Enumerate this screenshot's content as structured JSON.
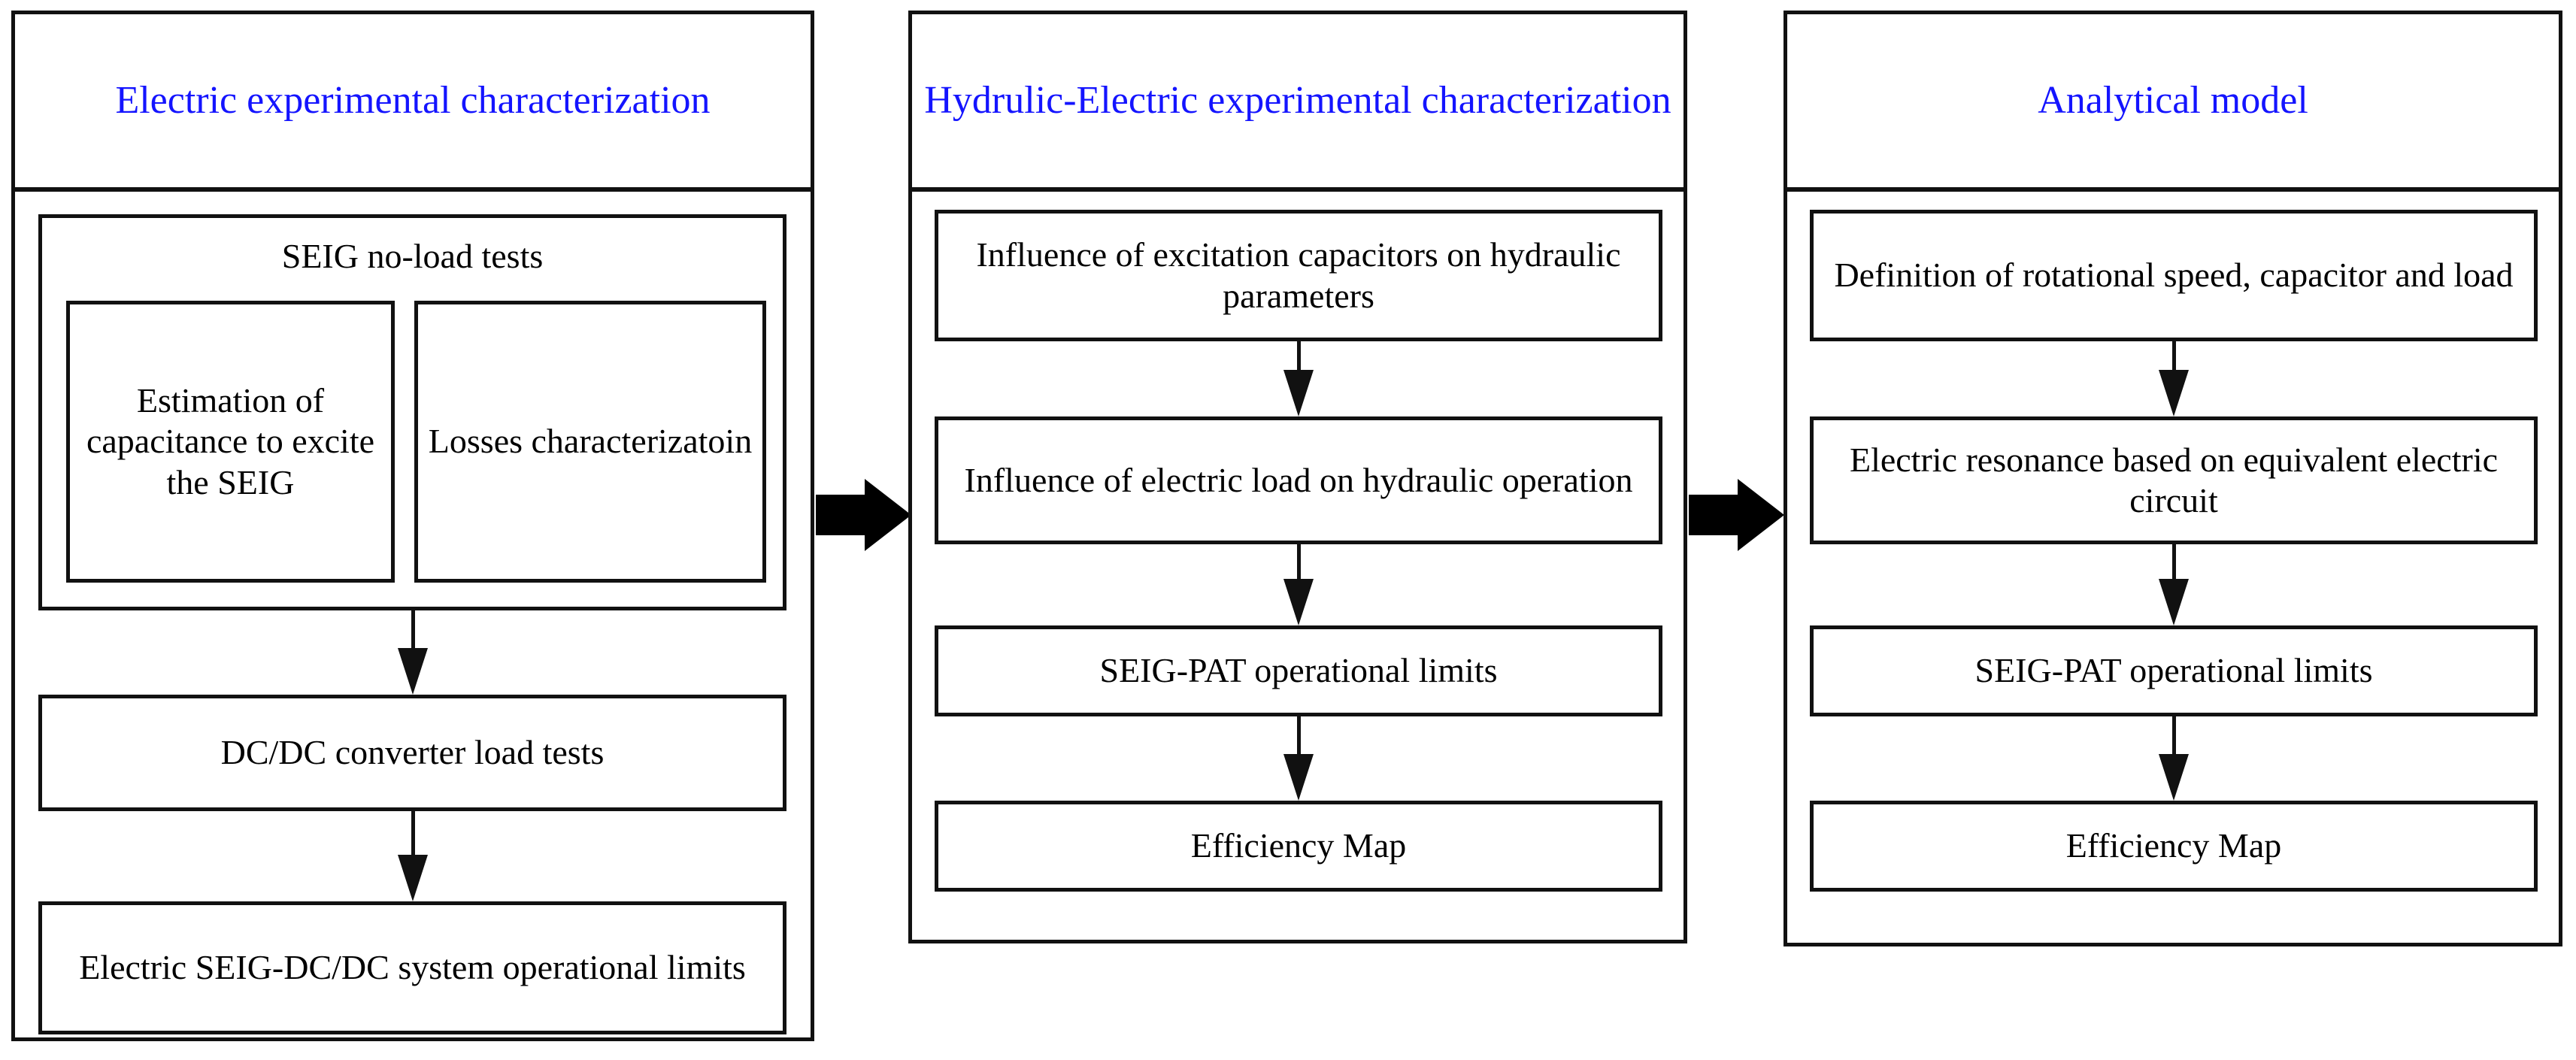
{
  "figure": {
    "type": "flowchart",
    "orientation": "left-to-right, three stages",
    "title_color": "#1414ff",
    "body_text_color": "#000000",
    "border_color": "#111111",
    "background": "#ffffff"
  },
  "columns": [
    {
      "id": "electric-experimental",
      "title": "Electric experimental characterization",
      "group": {
        "id": "seig-no-load-tests",
        "title": "SEIG no-load tests",
        "children": [
          {
            "id": "estimation-capacitance",
            "label": "Estimation of capacitance to excite the SEIG"
          },
          {
            "id": "losses-characterization",
            "label": "Losses characterizatoin"
          }
        ]
      },
      "nodes": [
        {
          "id": "dcdc-converter-load-tests",
          "label": "DC/DC converter load tests"
        },
        {
          "id": "electric-seig-dcdc-limits",
          "label": "Electric SEIG-DC/DC system operational limits"
        }
      ]
    },
    {
      "id": "hydraulic-electric-experimental",
      "title": "Hydrulic-Electric experimental characterization",
      "nodes": [
        {
          "id": "influence-excitation-capacitors",
          "label": "Influence of excitation capacitors on hydraulic parameters"
        },
        {
          "id": "influence-electric-load",
          "label": "Influence of electric load on hydraulic operation"
        },
        {
          "id": "seig-pat-operational-limits",
          "label": "SEIG-PAT operational limits"
        },
        {
          "id": "efficiency-map",
          "label": "Efficiency Map"
        }
      ]
    },
    {
      "id": "analytical-model",
      "title": "Analytical model",
      "nodes": [
        {
          "id": "definition-speed-capacitor-load",
          "label": "Definition of rotational speed, capacitor and load"
        },
        {
          "id": "electric-resonance",
          "label": "Electric resonance based on equivalent electric circuit"
        },
        {
          "id": "seig-pat-operational-limits",
          "label": "SEIG-PAT operational limits"
        },
        {
          "id": "efficiency-map",
          "label": "Efficiency Map"
        }
      ]
    }
  ],
  "connectors": {
    "stage_arrows": [
      {
        "id": "stage-arrow-1",
        "from": "electric-experimental",
        "to": "hydraulic-electric-experimental",
        "style": "thick-block-arrow"
      },
      {
        "id": "stage-arrow-2",
        "from": "hydraulic-electric-experimental",
        "to": "analytical-model",
        "style": "thick-block-arrow"
      }
    ],
    "flow_arrows": [
      {
        "id": "c1-arrow-1",
        "from": "seig-no-load-tests",
        "to": "dcdc-converter-load-tests"
      },
      {
        "id": "c1-arrow-2",
        "from": "dcdc-converter-load-tests",
        "to": "electric-seig-dcdc-limits"
      },
      {
        "id": "c2-arrow-1",
        "from": "influence-excitation-capacitors",
        "to": "influence-electric-load"
      },
      {
        "id": "c2-arrow-2",
        "from": "influence-electric-load",
        "to": "seig-pat-operational-limits"
      },
      {
        "id": "c2-arrow-3",
        "from": "seig-pat-operational-limits",
        "to": "efficiency-map"
      },
      {
        "id": "c3-arrow-1",
        "from": "definition-speed-capacitor-load",
        "to": "electric-resonance"
      },
      {
        "id": "c3-arrow-2",
        "from": "electric-resonance",
        "to": "seig-pat-operational-limits"
      },
      {
        "id": "c3-arrow-3",
        "from": "seig-pat-operational-limits",
        "to": "efficiency-map"
      }
    ]
  }
}
